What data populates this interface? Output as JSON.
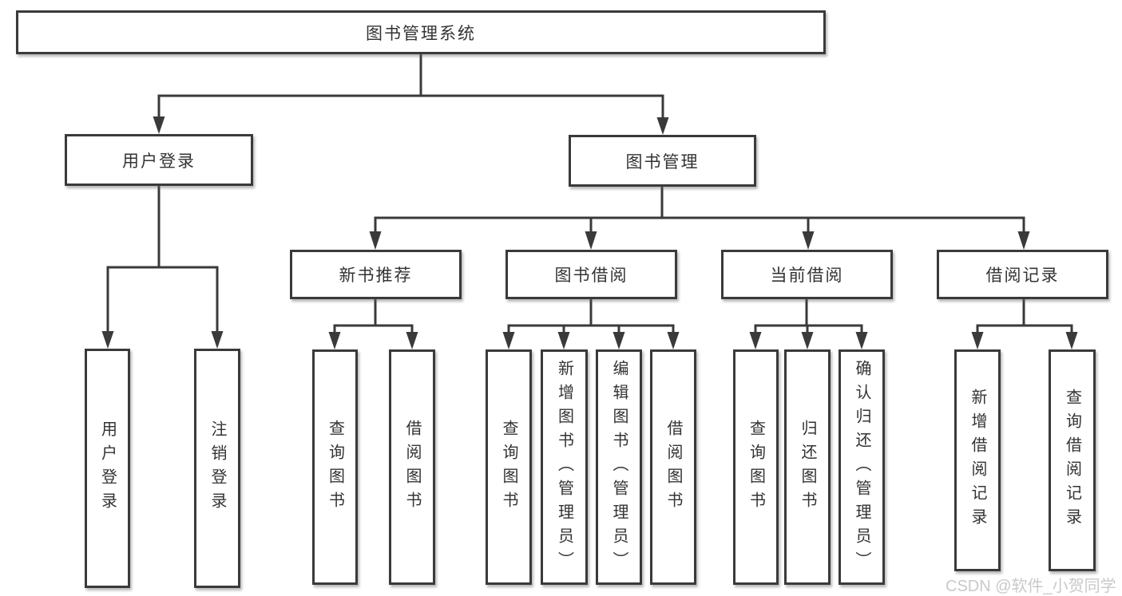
{
  "colors": {
    "line": "#3a3a3a",
    "box_border": "#3a3a3a",
    "text": "#333333",
    "watermark": "#c9c9c9",
    "background": "#ffffff"
  },
  "diagram": {
    "root": {
      "label": "图书管理系统"
    },
    "branches": [
      {
        "label": "用户登录",
        "children": [
          {
            "label": "用户登录"
          },
          {
            "label": "注销登录"
          }
        ]
      },
      {
        "label": "图书管理",
        "groups": [
          {
            "label": "新书推荐",
            "children": [
              {
                "label": "查询图书"
              },
              {
                "label": "借阅图书"
              }
            ]
          },
          {
            "label": "图书借阅",
            "children": [
              {
                "label": "查询图书"
              },
              {
                "label": "新增图书（管理员）"
              },
              {
                "label": "编辑图书（管理员）"
              },
              {
                "label": "借阅图书"
              }
            ]
          },
          {
            "label": "当前借阅",
            "children": [
              {
                "label": "查询图书"
              },
              {
                "label": "归还图书"
              },
              {
                "label": "确认归还（管理员）"
              }
            ]
          },
          {
            "label": "借阅记录",
            "children": [
              {
                "label": "新增借阅记录"
              },
              {
                "label": "查询借阅记录"
              }
            ]
          }
        ]
      }
    ]
  },
  "watermark": {
    "text": "CSDN @软件_小贺同学"
  }
}
